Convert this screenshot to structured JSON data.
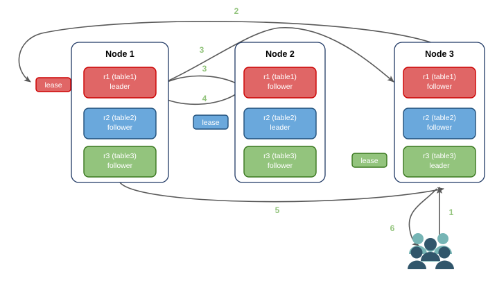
{
  "diagram": {
    "title": "Distributed SQL replica lease diagram",
    "background": "#ffffff",
    "colors": {
      "red_fill": "#e06666",
      "red_stroke": "#cc0000",
      "blue_fill": "#6aa8dc",
      "blue_stroke": "#1f4e79",
      "green_fill": "#93c47d",
      "green_stroke": "#38761d",
      "node_stroke": "#1f3864",
      "edge": "#595959",
      "step_label": "#93c47d",
      "people_back": "#76b5b5",
      "people_front": "#31566b"
    }
  },
  "nodes": [
    {
      "id": "node1",
      "title": "Node 1",
      "replicas": [
        {
          "id": "n1r1",
          "name": "r1 (table1)",
          "role": "leader",
          "color": "red"
        },
        {
          "id": "n1r2",
          "name": "r2 (table2)",
          "role": "follower",
          "color": "blue"
        },
        {
          "id": "n1r3",
          "name": "r3 (table3)",
          "role": "follower",
          "color": "green"
        }
      ]
    },
    {
      "id": "node2",
      "title": "Node 2",
      "replicas": [
        {
          "id": "n2r1",
          "name": "r1 (table1)",
          "role": "follower",
          "color": "red"
        },
        {
          "id": "n2r2",
          "name": "r2 (table2)",
          "role": "leader",
          "color": "blue"
        },
        {
          "id": "n2r3",
          "name": "r3 (table3)",
          "role": "follower",
          "color": "green"
        }
      ]
    },
    {
      "id": "node3",
      "title": "Node 3",
      "replicas": [
        {
          "id": "n3r1",
          "name": "r1 (table1)",
          "role": "follower",
          "color": "red"
        },
        {
          "id": "n3r2",
          "name": "r2 (table2)",
          "role": "follower",
          "color": "blue"
        },
        {
          "id": "n3r3",
          "name": "r3 (table3)",
          "role": "leader",
          "color": "green"
        }
      ]
    }
  ],
  "leases": [
    {
      "id": "lease-table1",
      "label": "lease",
      "color": "red"
    },
    {
      "id": "lease-table2",
      "label": "lease",
      "color": "blue"
    },
    {
      "id": "lease-table3",
      "label": "lease",
      "color": "green"
    }
  ],
  "steps": [
    {
      "id": "step-1",
      "label": "1"
    },
    {
      "id": "step-2",
      "label": "2"
    },
    {
      "id": "step-3a",
      "label": "3"
    },
    {
      "id": "step-3b",
      "label": "3"
    },
    {
      "id": "step-4",
      "label": "4"
    },
    {
      "id": "step-5",
      "label": "5"
    },
    {
      "id": "step-6",
      "label": "6"
    }
  ],
  "actors": {
    "id": "users-group",
    "icon": "people-icon",
    "back_row": 3,
    "front_row": 3
  },
  "chart_data": {
    "type": "table",
    "title": "Replica placement and lease ownership",
    "categories": [
      "Node 1",
      "Node 2",
      "Node 3"
    ],
    "series": [
      {
        "name": "r1 (table1)",
        "values": [
          "leader",
          "follower",
          "follower"
        ]
      },
      {
        "name": "r2 (table2)",
        "values": [
          "follower",
          "leader",
          "follower"
        ]
      },
      {
        "name": "r3 (table3)",
        "values": [
          "follower",
          "follower",
          "leader"
        ]
      }
    ],
    "annotations": [
      "1",
      "2",
      "3",
      "3",
      "4",
      "5",
      "6"
    ]
  }
}
